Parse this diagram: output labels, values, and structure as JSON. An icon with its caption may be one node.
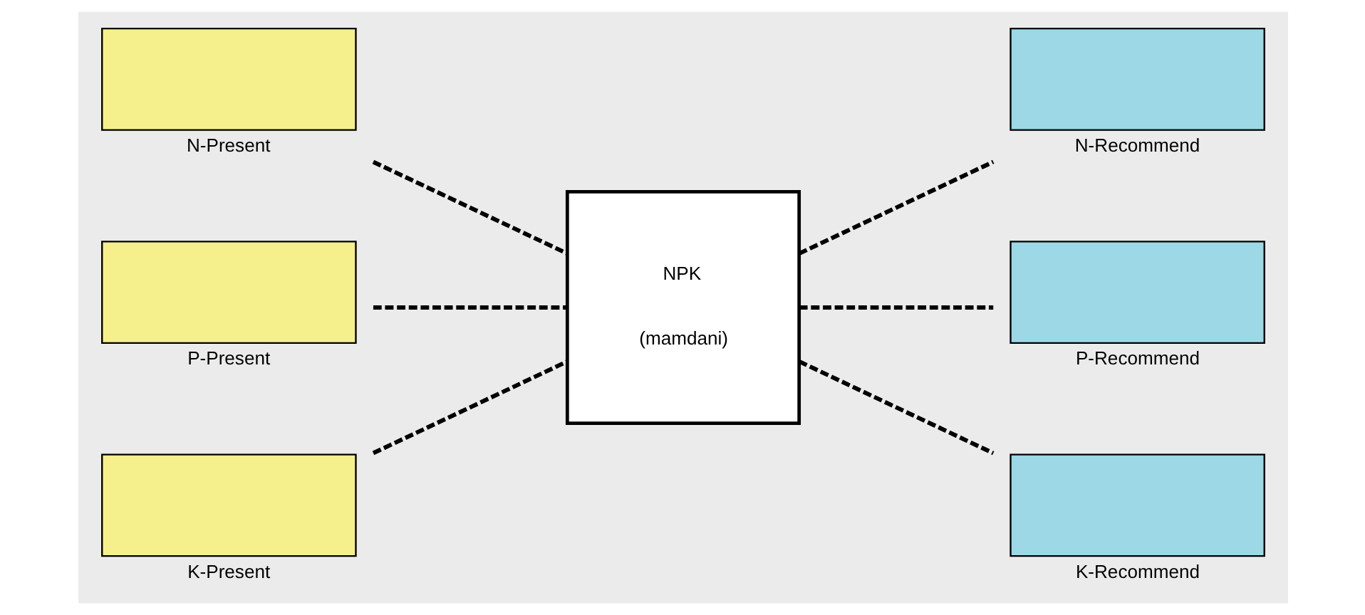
{
  "diagram": {
    "nodes": [
      {
        "text": [
          "N-Present"
        ]
      },
      {
        "text": [
          "P-Present"
        ]
      },
      {
        "text": [
          "K-Present"
        ]
      },
      {
        "text": [
          "NPK",
          "(mamdani)"
        ]
      },
      {
        "text": [
          "N-Recommend"
        ]
      },
      {
        "text": [
          "P-Recommend"
        ]
      },
      {
        "text": [
          "K-Recommend"
        ]
      }
    ],
    "edges": [
      {
        "from": 0,
        "to": 3,
        "arrow": "none",
        "style": "dashed"
      },
      {
        "from": 1,
        "to": 3,
        "arrow": "none",
        "style": "dashed"
      },
      {
        "from": 2,
        "to": 3,
        "arrow": "none",
        "style": "dashed"
      },
      {
        "from": 3,
        "to": 4,
        "arrow": "none",
        "style": "dashed"
      },
      {
        "from": 3,
        "to": 5,
        "arrow": "none",
        "style": "dashed"
      },
      {
        "from": 3,
        "to": 6,
        "arrow": "none",
        "style": "dashed"
      }
    ]
  }
}
